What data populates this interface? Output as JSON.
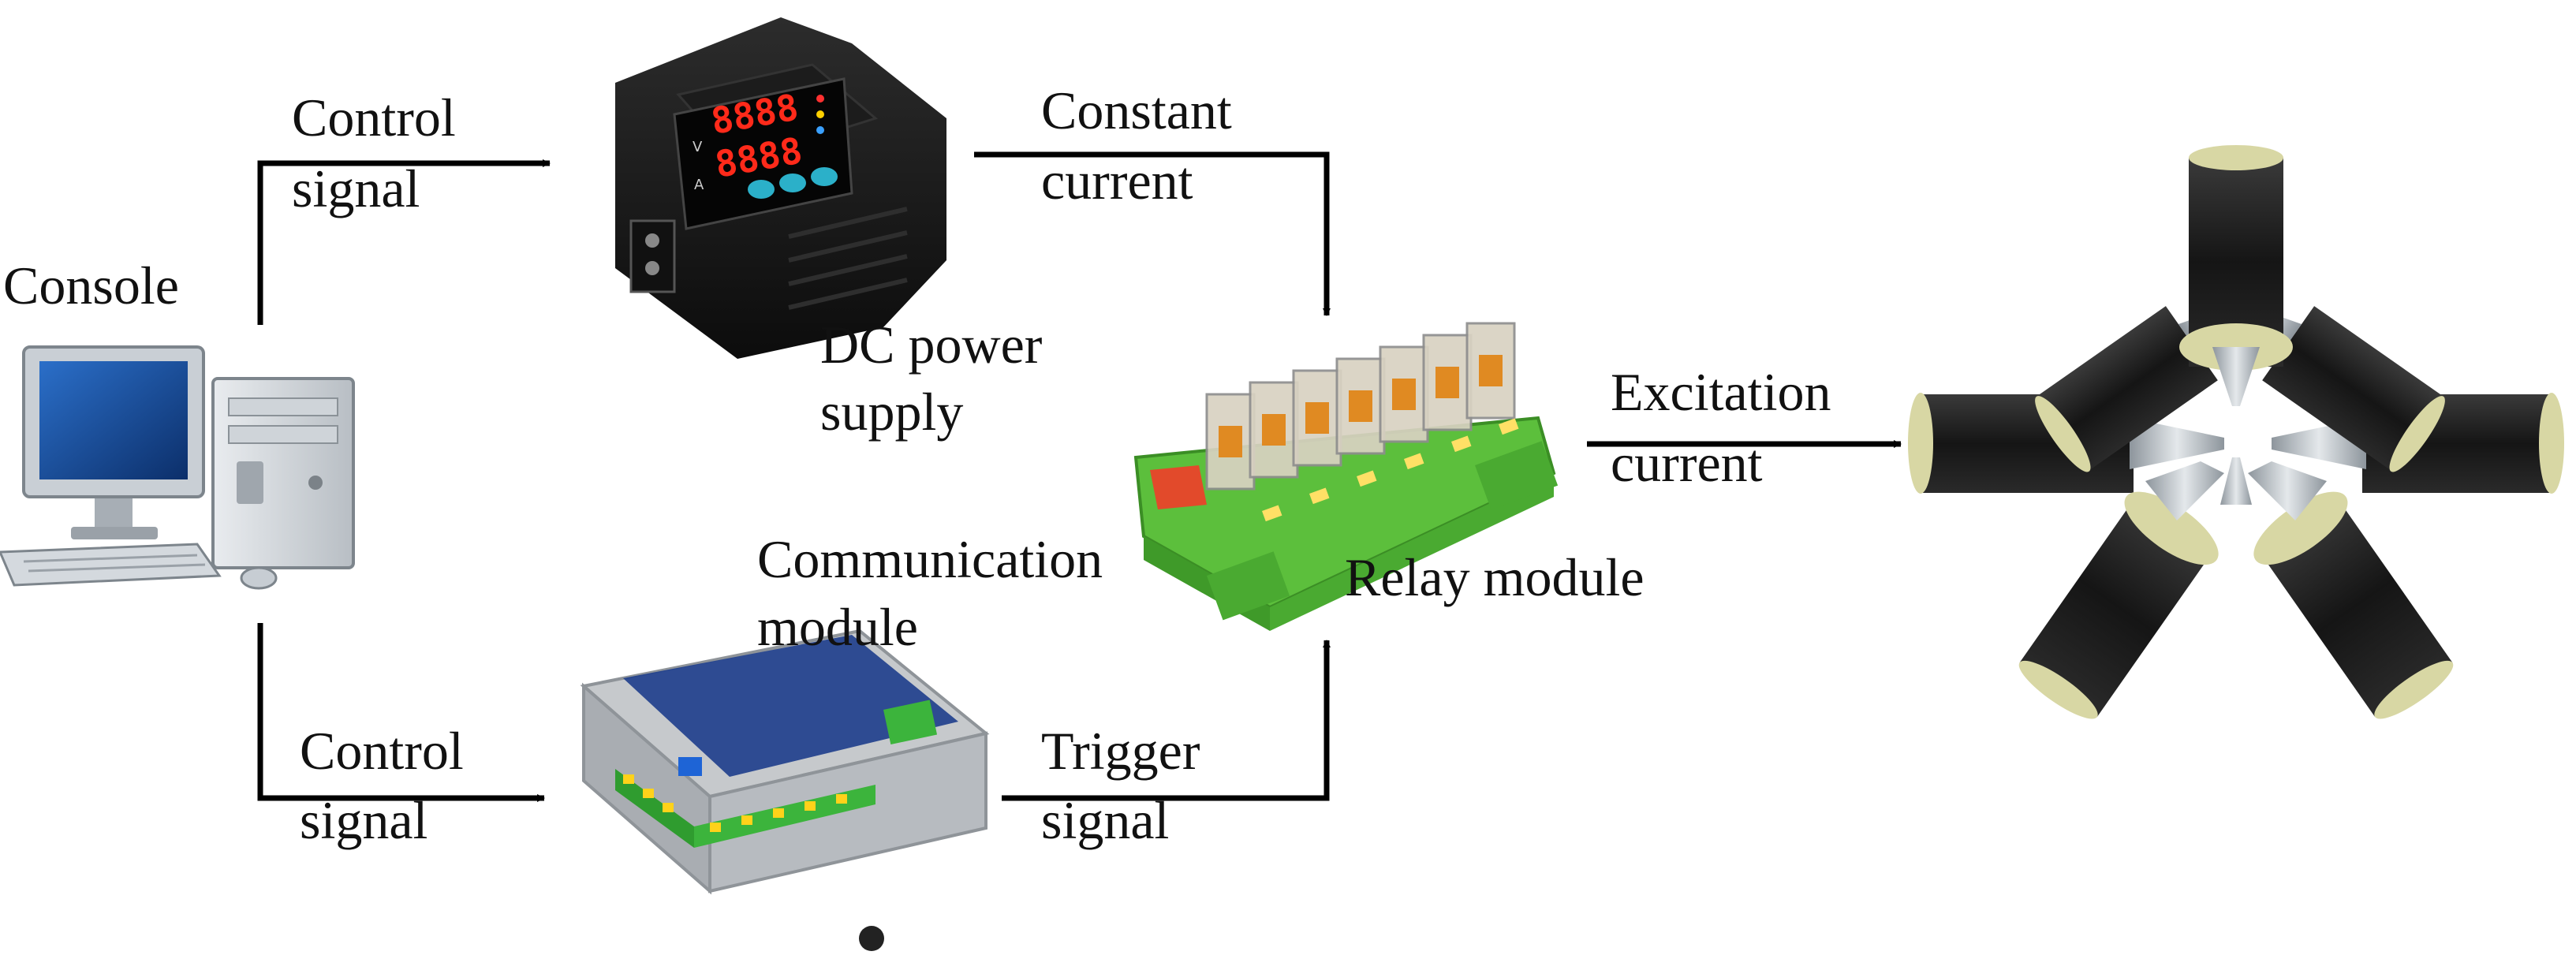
{
  "labels": {
    "console": "Console",
    "control_signal_top_1": "Control",
    "control_signal_top_2": "signal",
    "control_signal_bottom_1": "Control",
    "control_signal_bottom_2": "signal",
    "dc_power_supply_1": "DC power",
    "dc_power_supply_2": "supply",
    "constant_current_1": "Constant",
    "constant_current_2": "current",
    "communication_module_1": "Communication",
    "communication_module_2": "module",
    "trigger_signal_1": "Trigger",
    "trigger_signal_2": "signal",
    "relay_module": "Relay module",
    "excitation_current_1": "Excitation",
    "excitation_current_2": "current"
  },
  "power_supply_display": {
    "voltage_digits": "8888",
    "current_digits": "8888",
    "voltage_letter": "V",
    "current_letter": "A"
  },
  "colors": {
    "arrow": "#000000",
    "relay_base": "#5cbf3c",
    "coil_body": "#1f1f1f",
    "coil_flange": "#d8d7a4",
    "cone": "#b9c0c6",
    "display_red": "#ff2a1a",
    "button_teal": "#2bb0c9"
  }
}
